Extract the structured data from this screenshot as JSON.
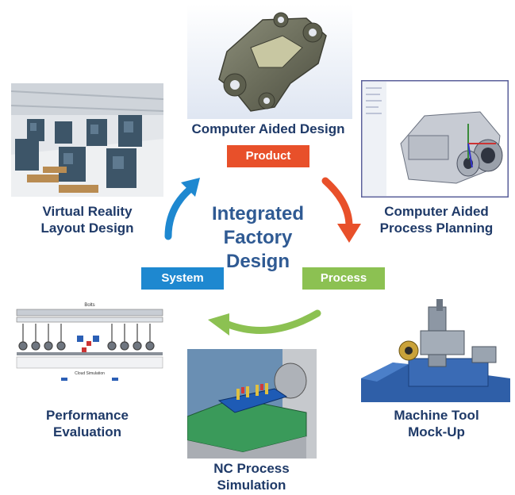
{
  "center_title": [
    "Integrated",
    "Factory",
    "Design"
  ],
  "tags": {
    "product": "Product",
    "process": "Process",
    "system": "System"
  },
  "labels": {
    "cad": "Computer Aided Design",
    "capp": [
      "Computer Aided",
      "Process Planning"
    ],
    "vr": [
      "Virtual Reality",
      "Layout Design"
    ],
    "perf": [
      "Performance",
      "Evaluation"
    ],
    "nc": [
      "NC Process",
      "Simulation"
    ],
    "mt": [
      "Machine Tool",
      "Mock-Up"
    ]
  },
  "colors": {
    "label_text": "#1f3a68",
    "center_text": "#2f5a93",
    "product_tag": "#e8502a",
    "process_tag": "#8cc152",
    "system_tag": "#1e88d0",
    "arrow_orange": "#e8502a",
    "arrow_green": "#8cc152",
    "arrow_blue": "#1e88d0"
  },
  "figure_texts": {
    "perf_header": "Bolts",
    "perf_caption": "Cloud Simulation"
  }
}
